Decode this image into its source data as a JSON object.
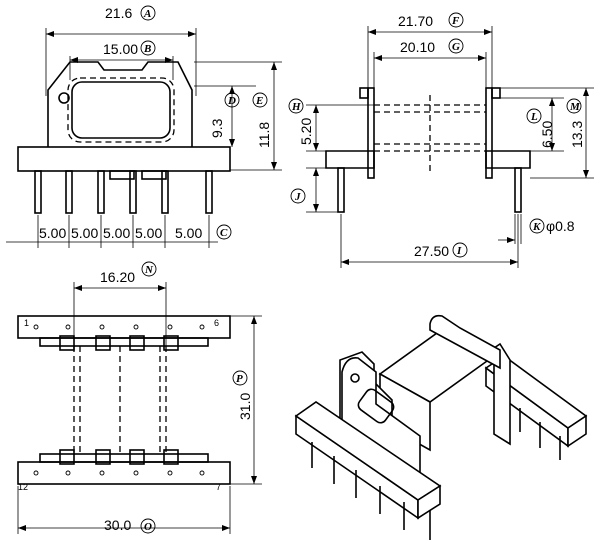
{
  "front_view": {
    "dim_a": "21.6",
    "tag_a": "A",
    "dim_b": "15.00",
    "tag_b": "B",
    "tag_c": "C",
    "dim_d": "9.3",
    "tag_d": "D",
    "dim_e": "11.8",
    "tag_e": "E",
    "pitch": [
      "5.00",
      "5.00",
      "5.00",
      "5.00",
      "5.00"
    ]
  },
  "side_view": {
    "dim_f": "21.70",
    "tag_f": "F",
    "dim_g": "20.10",
    "tag_g": "G",
    "dim_h": "5.20",
    "tag_h": "H",
    "dim_i": "27.50",
    "tag_i": "I",
    "tag_j": "J",
    "dim_k": "φ0.8",
    "tag_k": "K",
    "dim_l": "6.50",
    "tag_l": "L",
    "dim_m": "13.3",
    "tag_m": "M"
  },
  "bottom_view": {
    "dim_n": "16.20",
    "tag_n": "N",
    "dim_o": "30.0",
    "tag_o": "O",
    "dim_p": "31.0",
    "tag_p": "P",
    "pin_labels": [
      "1",
      "6",
      "12",
      "7"
    ]
  }
}
